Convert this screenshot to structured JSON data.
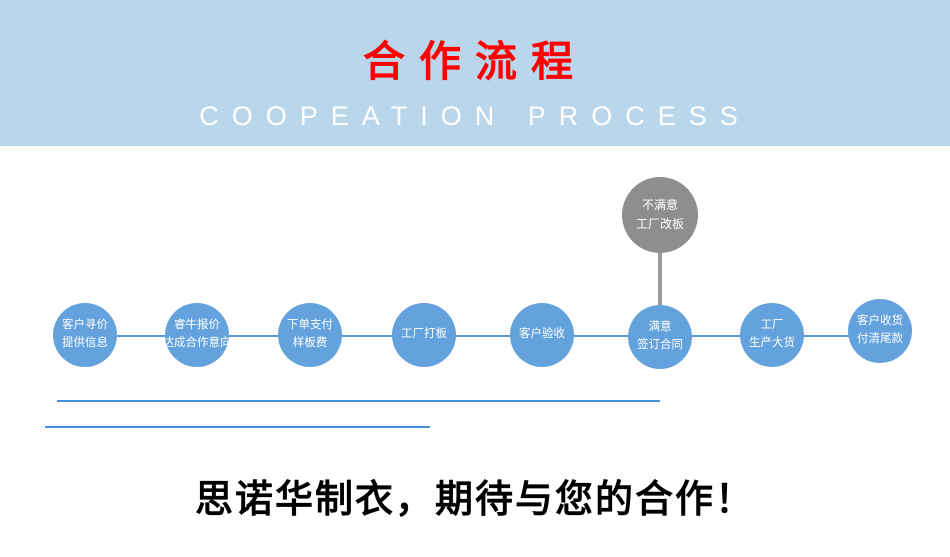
{
  "header": {
    "title": "合作流程",
    "subtitle": "COOPEATION PROCESS"
  },
  "flow": {
    "steps": [
      {
        "lines": [
          "客户寻价",
          "提供信息"
        ]
      },
      {
        "lines": [
          "睿牛报价",
          "达成合作意向"
        ]
      },
      {
        "lines": [
          "下单支付",
          "样板费"
        ]
      },
      {
        "lines": [
          "工厂打板"
        ]
      },
      {
        "lines": [
          "客户验收"
        ]
      },
      {
        "lines": [
          "满意",
          "签订合同"
        ]
      },
      {
        "lines": [
          "工厂",
          "生产大货"
        ]
      },
      {
        "lines": [
          "客户收货",
          "付清尾款"
        ]
      }
    ],
    "branch": {
      "lines": [
        "不满意",
        "工厂改板"
      ]
    }
  },
  "slogan": "思诺华制衣，期待与您的合作！",
  "colors": {
    "banner_bg": "#b9d6eb",
    "title_red": "#fe0000",
    "circle_blue": "#63a2dc",
    "gray_node": "#8e8e8e",
    "line_blue": "#4a90d9"
  }
}
